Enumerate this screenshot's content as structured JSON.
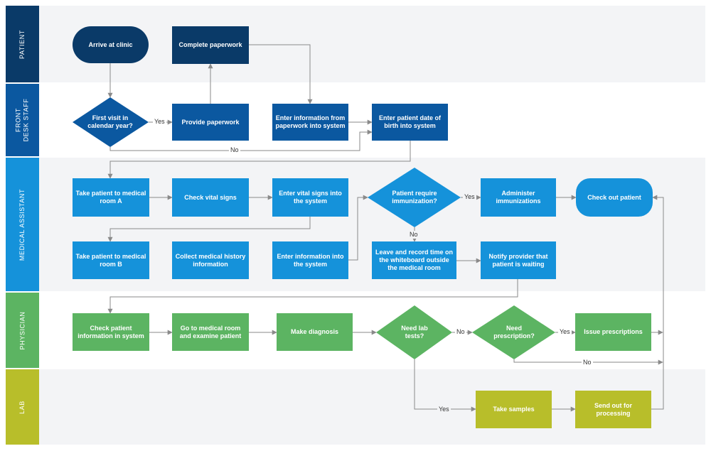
{
  "colors": {
    "patient": "#0a3a68",
    "frontdesk": "#0b58a0",
    "medical": "#1592da",
    "physician": "#5cb462",
    "lab": "#b8be2a",
    "lane_bg": "#f3f4f6",
    "line": "#8a8a8a"
  },
  "lanes": {
    "patient": "PATIENT",
    "frontdesk": "FRONT\nDESK STAFF",
    "medical": "MEDICAL ASSISTANT",
    "physician": "PHYSICIAN",
    "lab": "LAB"
  },
  "nodes": {
    "arrive": "Arrive at clinic",
    "complete_paperwork": "Complete paperwork",
    "first_visit": "First visit in calendar year?",
    "provide_paperwork": "Provide paperwork",
    "enter_info_paperwork": "Enter information from paperwork into system",
    "enter_dob": "Enter patient date of birth into system",
    "take_room_a": "Take patient to medical room A",
    "check_vitals": "Check vital signs",
    "enter_vitals": "Enter vital signs into the system",
    "require_immunization": "Patient require immunization?",
    "administer": "Administer immunizations",
    "check_out": "Check out patient",
    "take_room_b": "Take patient to medical room B",
    "collect_history": "Collect medical history information",
    "enter_info_system": "Enter information into the system",
    "leave_record": "Leave and record time on the whiteboard outside the medical room",
    "notify_provider": "Notify provider that patient is waiting",
    "check_info": "Check patient information in system",
    "go_room": "Go to medical room and examine patient",
    "diagnosis": "Make diagnosis",
    "need_lab": "Need lab tests?",
    "need_rx": "Need prescription?",
    "issue_rx": "Issue prescriptions",
    "take_samples": "Take samples",
    "send_out": "Send out for processing"
  },
  "edge_labels": {
    "first_yes": "Yes",
    "first_no": "No",
    "immun_yes": "Yes",
    "immun_no": "No",
    "lab_no": "No",
    "lab_yes": "Yes",
    "rx_yes": "Yes",
    "rx_no": "No"
  }
}
